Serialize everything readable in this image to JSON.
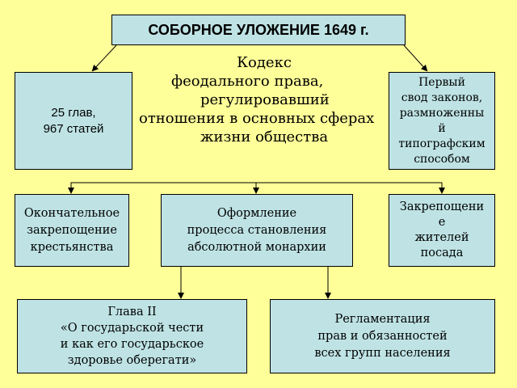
{
  "title": "СОБОРНОЕ УЛОЖЕНИЕ 1649 г.",
  "center_text": {
    "line1": "Кодекс",
    "line2": "феодального права,",
    "line3": "регулировавший",
    "line4": "отношения в основных сферах",
    "line5": "жизни общества"
  },
  "left_box": "25 глав,\n967 статей",
  "right_box": "Первый\nсвод законов,\nразмноженны\nй\nтипографским\nспособом",
  "row2": {
    "box1": "Окончательное\nзакрепощение\nкрестьянства",
    "box2": "Оформление\nпроцесса становления\nабсолютной монархии",
    "box3": "Закрепощени\nе\nжителей\nпосада"
  },
  "row3": {
    "box1": "Глава II\n«О государьской чести\nи как его государьское\nздоровье оберегати»",
    "box2": "Регламентация\nправ и обязанностей\nвсех групп населения"
  }
}
